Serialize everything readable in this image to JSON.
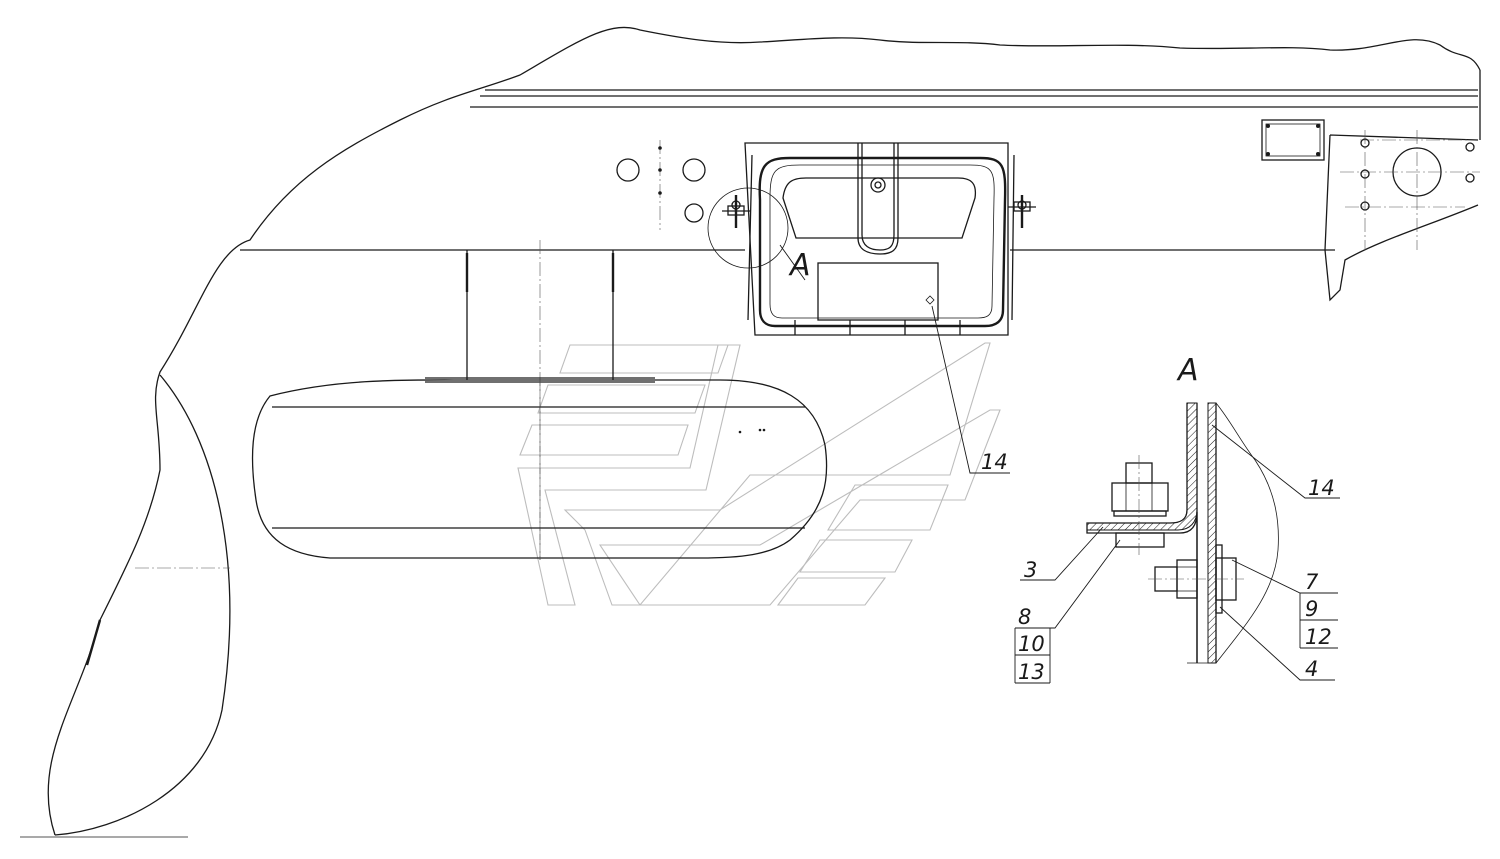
{
  "view_marker": "A",
  "detail_title": "A",
  "labels": {
    "main_14": "14",
    "d_14": "14",
    "d_3": "3",
    "d_8": "8",
    "d_10": "10",
    "d_13": "13",
    "d_7": "7",
    "d_9": "9",
    "d_12": "12",
    "d_4": "4"
  }
}
